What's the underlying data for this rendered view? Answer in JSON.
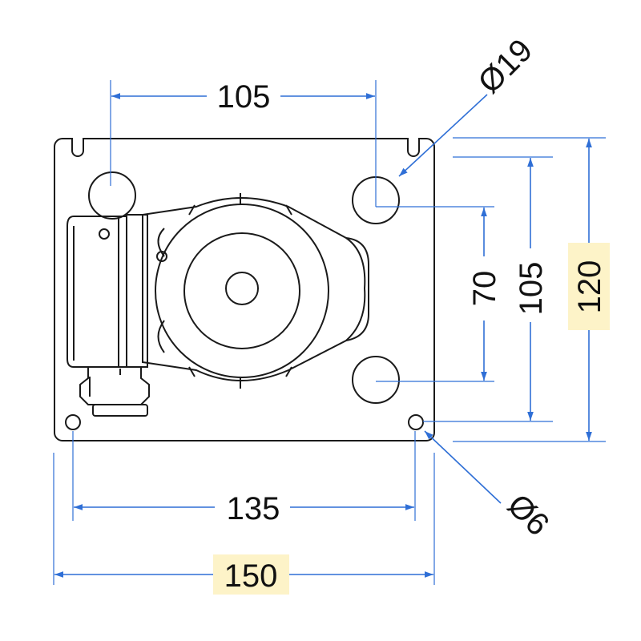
{
  "colors": {
    "dimension": "#2f6fd6",
    "plate": "#f0f0f0",
    "outline": "#1a1a1a",
    "highlight": "#fdf3c8"
  },
  "dimensions": {
    "top_spacing": "105",
    "hole_large_diameter": "Ø19",
    "vertical_70": "70",
    "vertical_105": "105",
    "overall_height": "120",
    "bottom_spacing": "135",
    "overall_width": "150",
    "hole_small_diameter": "Ø6"
  }
}
